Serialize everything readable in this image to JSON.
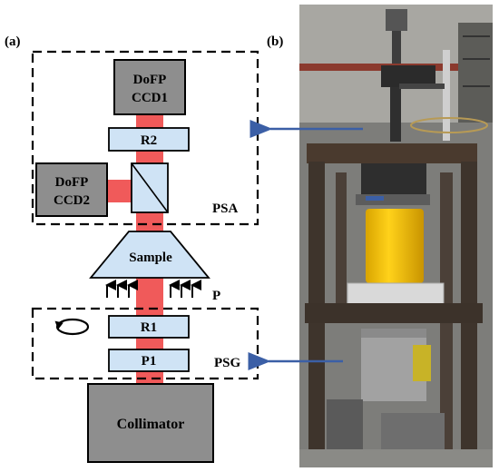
{
  "panel_a": {
    "label": "(a)",
    "ccd1_line1": "DoFP",
    "ccd1_line2": "CCD1",
    "ccd2_line1": "DoFP",
    "ccd2_line2": "CCD2",
    "r2": "R2",
    "psa": "PSA",
    "sample": "Sample",
    "p": "P",
    "r1": "R1",
    "p1": "P1",
    "psg": "PSG",
    "collimator": "Collimator"
  },
  "panel_b": {
    "label": "(b)"
  },
  "colors": {
    "beam": "#f05a5a",
    "optic_fill": "#cfe3f5",
    "box_fill": "#8e8e8e",
    "arrow": "#3b5fa6"
  }
}
